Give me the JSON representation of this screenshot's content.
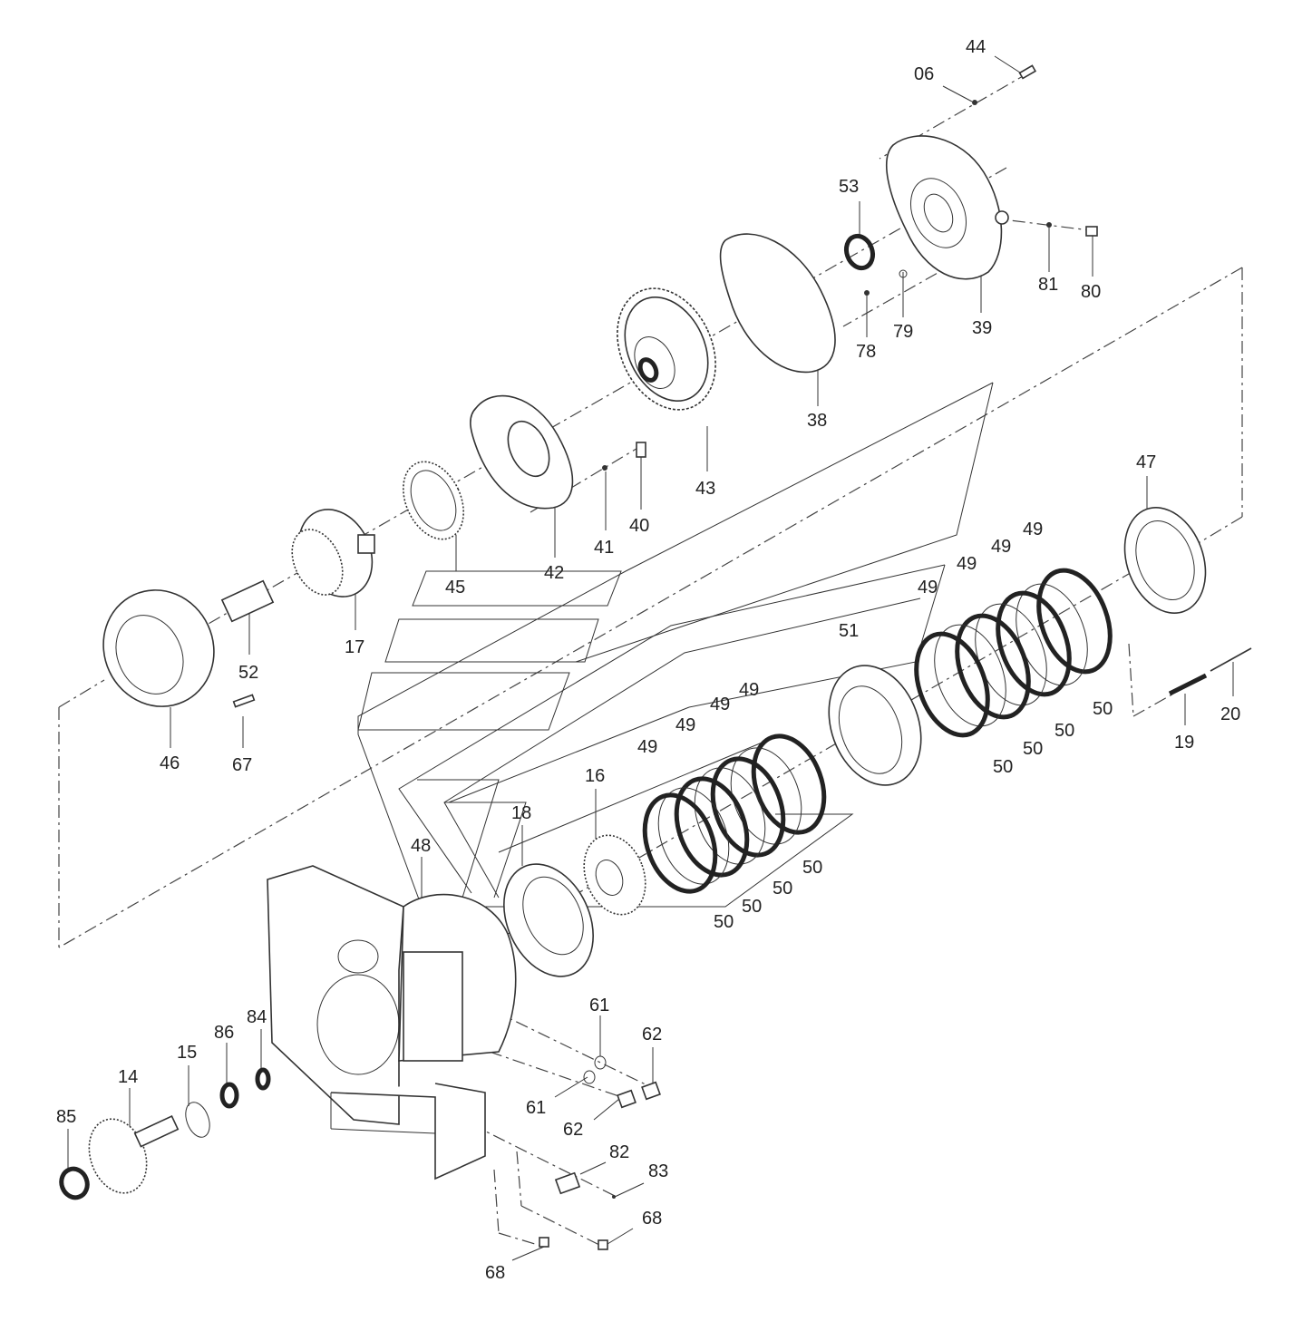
{
  "labels": [
    {
      "id": "44",
      "text": "44"
    },
    {
      "id": "06",
      "text": "06"
    },
    {
      "id": "53",
      "text": "53"
    },
    {
      "id": "81",
      "text": "81"
    },
    {
      "id": "80",
      "text": "80"
    },
    {
      "id": "39",
      "text": "39"
    },
    {
      "id": "78",
      "text": "78"
    },
    {
      "id": "79",
      "text": "79"
    },
    {
      "id": "38",
      "text": "38"
    },
    {
      "id": "43",
      "text": "43"
    },
    {
      "id": "40",
      "text": "40"
    },
    {
      "id": "41",
      "text": "41"
    },
    {
      "id": "42",
      "text": "42"
    },
    {
      "id": "45",
      "text": "45"
    },
    {
      "id": "17",
      "text": "17"
    },
    {
      "id": "52",
      "text": "52"
    },
    {
      "id": "46",
      "text": "46"
    },
    {
      "id": "67",
      "text": "67"
    },
    {
      "id": "47",
      "text": "47"
    },
    {
      "id": "49a",
      "text": "49"
    },
    {
      "id": "49b",
      "text": "49"
    },
    {
      "id": "49c",
      "text": "49"
    },
    {
      "id": "49d",
      "text": "49"
    },
    {
      "id": "51",
      "text": "51"
    },
    {
      "id": "50a",
      "text": "50"
    },
    {
      "id": "50b",
      "text": "50"
    },
    {
      "id": "50c",
      "text": "50"
    },
    {
      "id": "50d",
      "text": "50"
    },
    {
      "id": "19",
      "text": "19"
    },
    {
      "id": "20",
      "text": "20"
    },
    {
      "id": "49e",
      "text": "49"
    },
    {
      "id": "49f",
      "text": "49"
    },
    {
      "id": "49g",
      "text": "49"
    },
    {
      "id": "49h",
      "text": "49"
    },
    {
      "id": "16",
      "text": "16"
    },
    {
      "id": "18",
      "text": "18"
    },
    {
      "id": "48",
      "text": "48"
    },
    {
      "id": "50e",
      "text": "50"
    },
    {
      "id": "50f",
      "text": "50"
    },
    {
      "id": "50g",
      "text": "50"
    },
    {
      "id": "50h",
      "text": "50"
    },
    {
      "id": "61a",
      "text": "61"
    },
    {
      "id": "62a",
      "text": "62"
    },
    {
      "id": "61b",
      "text": "61"
    },
    {
      "id": "62b",
      "text": "62"
    },
    {
      "id": "84",
      "text": "84"
    },
    {
      "id": "86",
      "text": "86"
    },
    {
      "id": "15",
      "text": "15"
    },
    {
      "id": "14",
      "text": "14"
    },
    {
      "id": "85",
      "text": "85"
    },
    {
      "id": "82",
      "text": "82"
    },
    {
      "id": "83",
      "text": "83"
    },
    {
      "id": "68a",
      "text": "68"
    },
    {
      "id": "68b",
      "text": "68"
    }
  ]
}
